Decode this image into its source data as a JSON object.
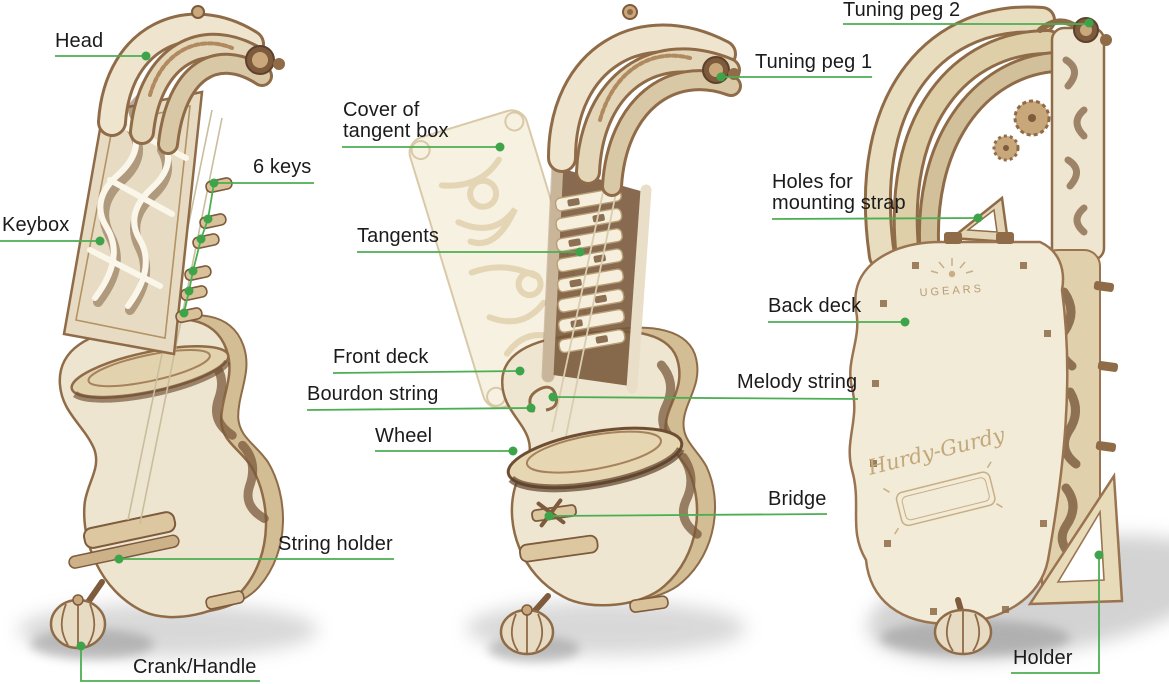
{
  "figure": {
    "title": "Hurdy-Gurdy mechanical wooden model — parts diagram",
    "views": [
      "front-left view",
      "front view with open tangent box cover",
      "back view"
    ]
  },
  "colors": {
    "leader_line": "#4cae52",
    "leader_dot": "#3ea449",
    "label_text": "#1b1b1b",
    "wood_light": "#efe6d1",
    "wood_mid": "#d9c6a1",
    "wood_edge": "#9a7450"
  },
  "engravings": {
    "brand": "UGEARS",
    "model_script": "Hurdy-Gurdy"
  },
  "labels": {
    "head": {
      "text": "Head"
    },
    "tuning_peg_2": {
      "text": "Tuning peg 2"
    },
    "tuning_peg_1": {
      "text": "Tuning peg 1"
    },
    "cover_of_tangent_box": {
      "text": "Cover of\ntangent box"
    },
    "six_keys": {
      "text": "6 keys"
    },
    "keybox": {
      "text": "Keybox"
    },
    "tangents": {
      "text": "Tangents"
    },
    "holes_for_mounting_strap": {
      "text": "Holes for\nmounting strap"
    },
    "back_deck": {
      "text": "Back deck"
    },
    "front_deck": {
      "text": "Front deck"
    },
    "bourdon_string": {
      "text": "Bourdon string"
    },
    "melody_string": {
      "text": "Melody string"
    },
    "wheel": {
      "text": "Wheel"
    },
    "bridge": {
      "text": "Bridge"
    },
    "string_holder": {
      "text": "String holder"
    },
    "crank_handle": {
      "text": "Crank/Handle"
    },
    "holder": {
      "text": "Holder"
    }
  }
}
